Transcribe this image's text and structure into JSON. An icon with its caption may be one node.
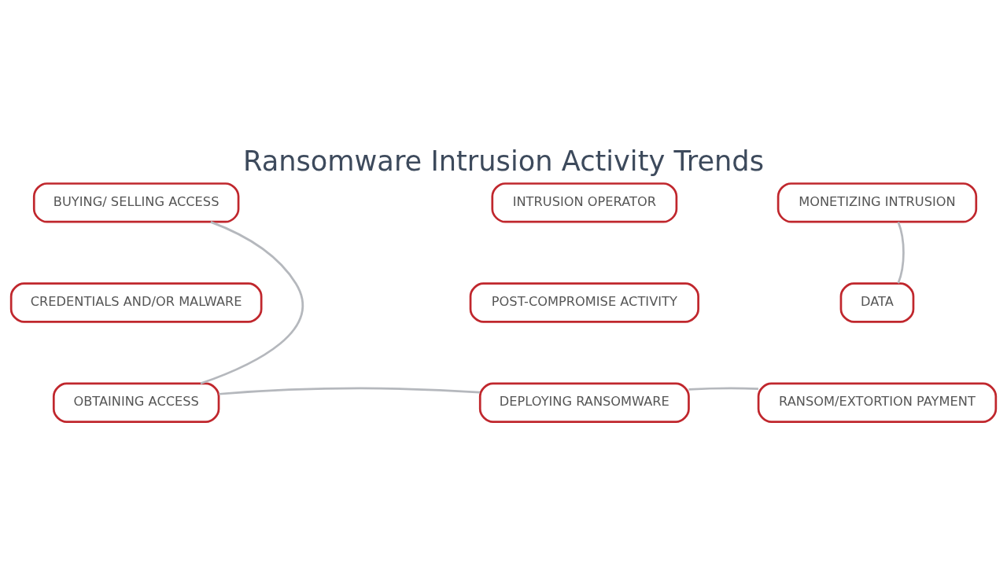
{
  "diagram": {
    "title": "Ransomware Intrusion Activity Trends",
    "nodes": [
      {
        "text": [
          "INTRUSION OPERATOR"
        ]
      },
      {
        "text": [
          "BUYING/ SELLING ACCESS"
        ]
      },
      {
        "text": [
          "MONETIZING INTRUSION"
        ]
      },
      {
        "text": [
          "CREDENTIALS AND/OR MALWARE"
        ]
      },
      {
        "text": [
          "POST-COMPROMISE ACTIVITY"
        ]
      },
      {
        "text": [
          "DATA"
        ]
      },
      {
        "text": [
          "OBTAINING ACCESS"
        ]
      },
      {
        "text": [
          "DEPLOYING RANSOMWARE"
        ]
      },
      {
        "text": [
          "RANSOM/EXTORTION PAYMENT"
        ]
      }
    ],
    "edges": [
      {
        "from": 1,
        "to": 6,
        "arrow": "none"
      },
      {
        "from": 6,
        "to": 7,
        "arrow": "none"
      },
      {
        "from": 7,
        "to": 8,
        "arrow": "none"
      },
      {
        "from": 2,
        "to": 5,
        "arrow": "none"
      }
    ]
  }
}
